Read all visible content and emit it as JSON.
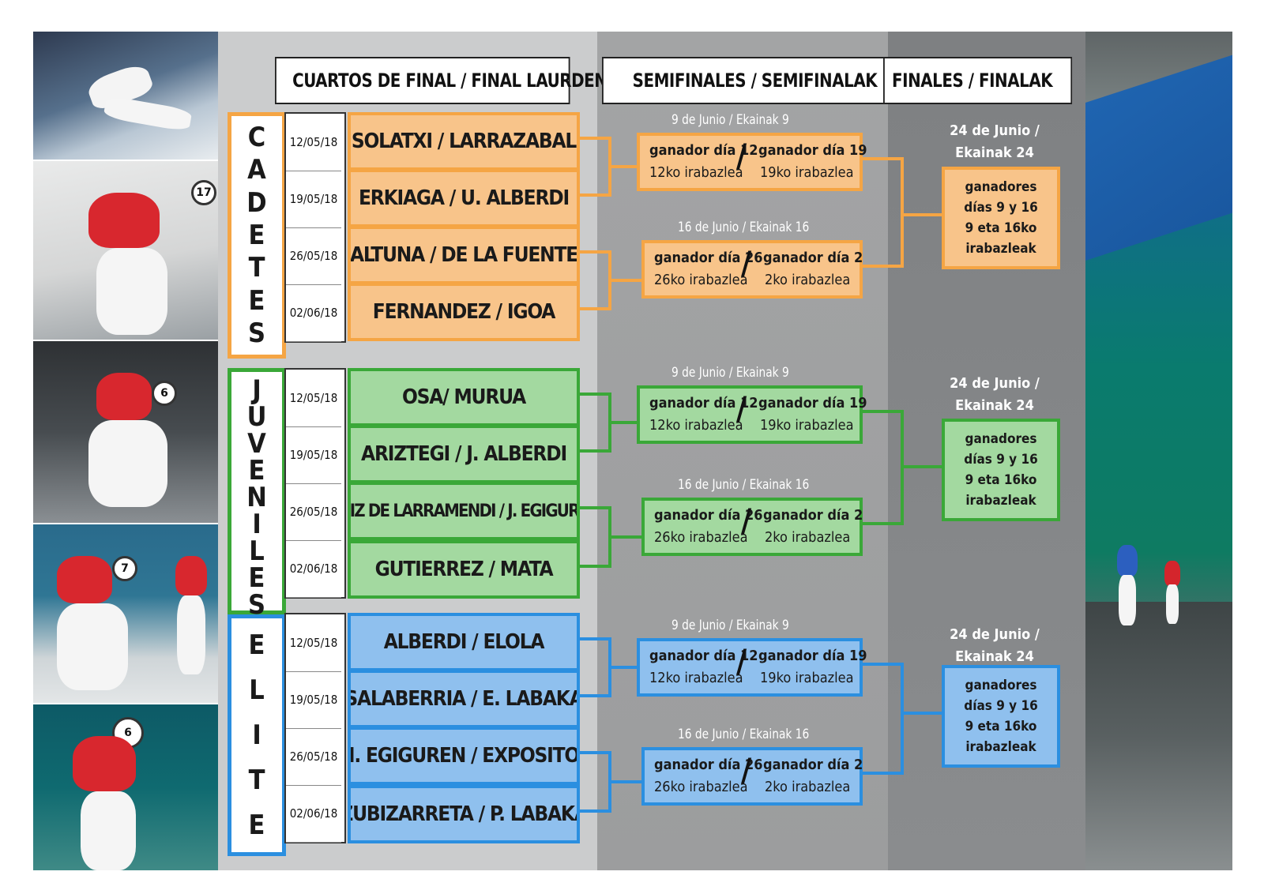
{
  "headers": {
    "quarters": "CUARTOS DE FINAL / FINAL LAURDENAK",
    "semis": "SEMIFINALES / SEMIFINALAK",
    "finals": "FINALES / FINALAK"
  },
  "categories": [
    {
      "name": "CADETES",
      "letters": [
        "C",
        "A",
        "D",
        "E",
        "T",
        "E",
        "S"
      ],
      "color": "#f5a544",
      "fill": "#f8c48a",
      "dates": [
        "12/05/18",
        "19/05/18",
        "26/05/18",
        "02/06/18"
      ],
      "teams": [
        "SOLATXI / LARRAZABAL",
        "ERKIAGA / U. ALBERDI",
        "ALTUNA / DE LA FUENTE",
        "FERNANDEZ / IGOA"
      ],
      "semis": [
        {
          "date": "9 de Junio / Ekainak 9",
          "left1": "ganador día 12",
          "left2": "12ko irabazlea",
          "right1": "ganador día 19",
          "right2": "19ko irabazlea"
        },
        {
          "date": "16 de Junio / Ekainak 16",
          "left1": "ganador día 26",
          "left2": "26ko irabazlea",
          "right1": "ganador día 2",
          "right2": "2ko irabazlea"
        }
      ],
      "final": {
        "date1": "24 de Junio /",
        "date2": "Ekainak 24",
        "l1": "ganadores",
        "l2": "días 9 y 16",
        "l3": "9 eta 16ko",
        "l4": "irabazleak"
      }
    },
    {
      "name": "JUVENILES",
      "letters": [
        "J",
        "U",
        "V",
        "E",
        "N",
        "I",
        "L",
        "E",
        "S"
      ],
      "color": "#3aa838",
      "fill": "#a3d9a0",
      "dates": [
        "12/05/18",
        "19/05/18",
        "26/05/18",
        "02/06/18"
      ],
      "teams": [
        "OSA/ MURUA",
        "ARIZTEGI / J. ALBERDI",
        "RUIZ DE LARRAMENDI / J. EGIGUREN",
        "GUTIERREZ / MATA"
      ],
      "semis": [
        {
          "date": "9 de Junio / Ekainak 9",
          "left1": "ganador día 12",
          "left2": "12ko irabazlea",
          "right1": "ganador día 19",
          "right2": "19ko irabazlea"
        },
        {
          "date": "16 de Junio / Ekainak 16",
          "left1": "ganador día 26",
          "left2": "26ko irabazlea",
          "right1": "ganador día 2",
          "right2": "2ko irabazlea"
        }
      ],
      "final": {
        "date1": "24 de Junio /",
        "date2": "Ekainak 24",
        "l1": "ganadores",
        "l2": "días 9 y 16",
        "l3": "9 eta 16ko",
        "l4": "irabazleak"
      }
    },
    {
      "name": "ELITE",
      "letters": [
        "E",
        "L",
        "I",
        "T",
        "E"
      ],
      "color": "#2b8fe0",
      "fill": "#8fc0ee",
      "dates": [
        "12/05/18",
        "19/05/18",
        "26/05/18",
        "02/06/18"
      ],
      "teams": [
        "ALBERDI / ELOLA",
        "SALABERRIA / E. LABAKA",
        "I. EGIGUREN / EXPOSITO",
        "ZUBIZARRETA / P. LABAKA"
      ],
      "semis": [
        {
          "date": "9 de Junio / Ekainak 9",
          "left1": "ganador día 12",
          "left2": "12ko irabazlea",
          "right1": "ganador día 19",
          "right2": "19ko irabazlea"
        },
        {
          "date": "16 de Junio / Ekainak 16",
          "left1": "ganador día 26",
          "left2": "26ko irabazlea",
          "right1": "ganador día 2",
          "right2": "2ko irabazlea"
        }
      ],
      "final": {
        "date1": "24 de Junio /",
        "date2": "Ekainak 24",
        "l1": "ganadores",
        "l2": "días 9 y 16",
        "l3": "9 eta 16ko",
        "l4": "irabazleak"
      }
    }
  ]
}
